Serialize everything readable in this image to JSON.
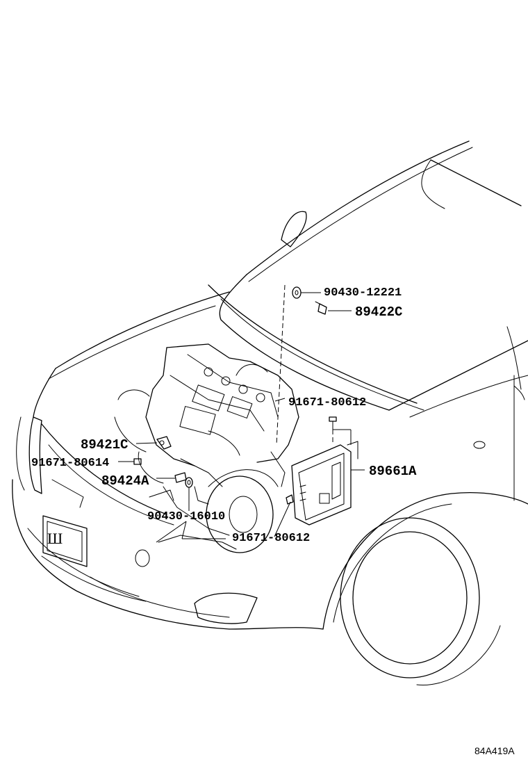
{
  "diagram": {
    "reference_code": "84A419A",
    "callouts": [
      {
        "id": "c1",
        "part_number": "90430-12221",
        "icon": "gasket-washer-icon"
      },
      {
        "id": "c2",
        "part_number": "89422C",
        "icon": "temperature-sensor-icon"
      },
      {
        "id": "c3",
        "part_number": "91671-80612",
        "icon": "bolt-icon"
      },
      {
        "id": "c4",
        "part_number": "89421C",
        "icon": "position-sensor-icon"
      },
      {
        "id": "c5",
        "part_number": "91671-80614",
        "icon": "bolt-icon"
      },
      {
        "id": "c6",
        "part_number": "89661A",
        "icon": "engine-control-module-icon"
      },
      {
        "id": "c7",
        "part_number": "89424A",
        "icon": "sensor-icon"
      },
      {
        "id": "c8",
        "part_number": "90430-16010",
        "icon": "gasket-washer-icon"
      },
      {
        "id": "c9",
        "part_number": "91671-80612",
        "icon": "bolt-icon"
      }
    ]
  }
}
